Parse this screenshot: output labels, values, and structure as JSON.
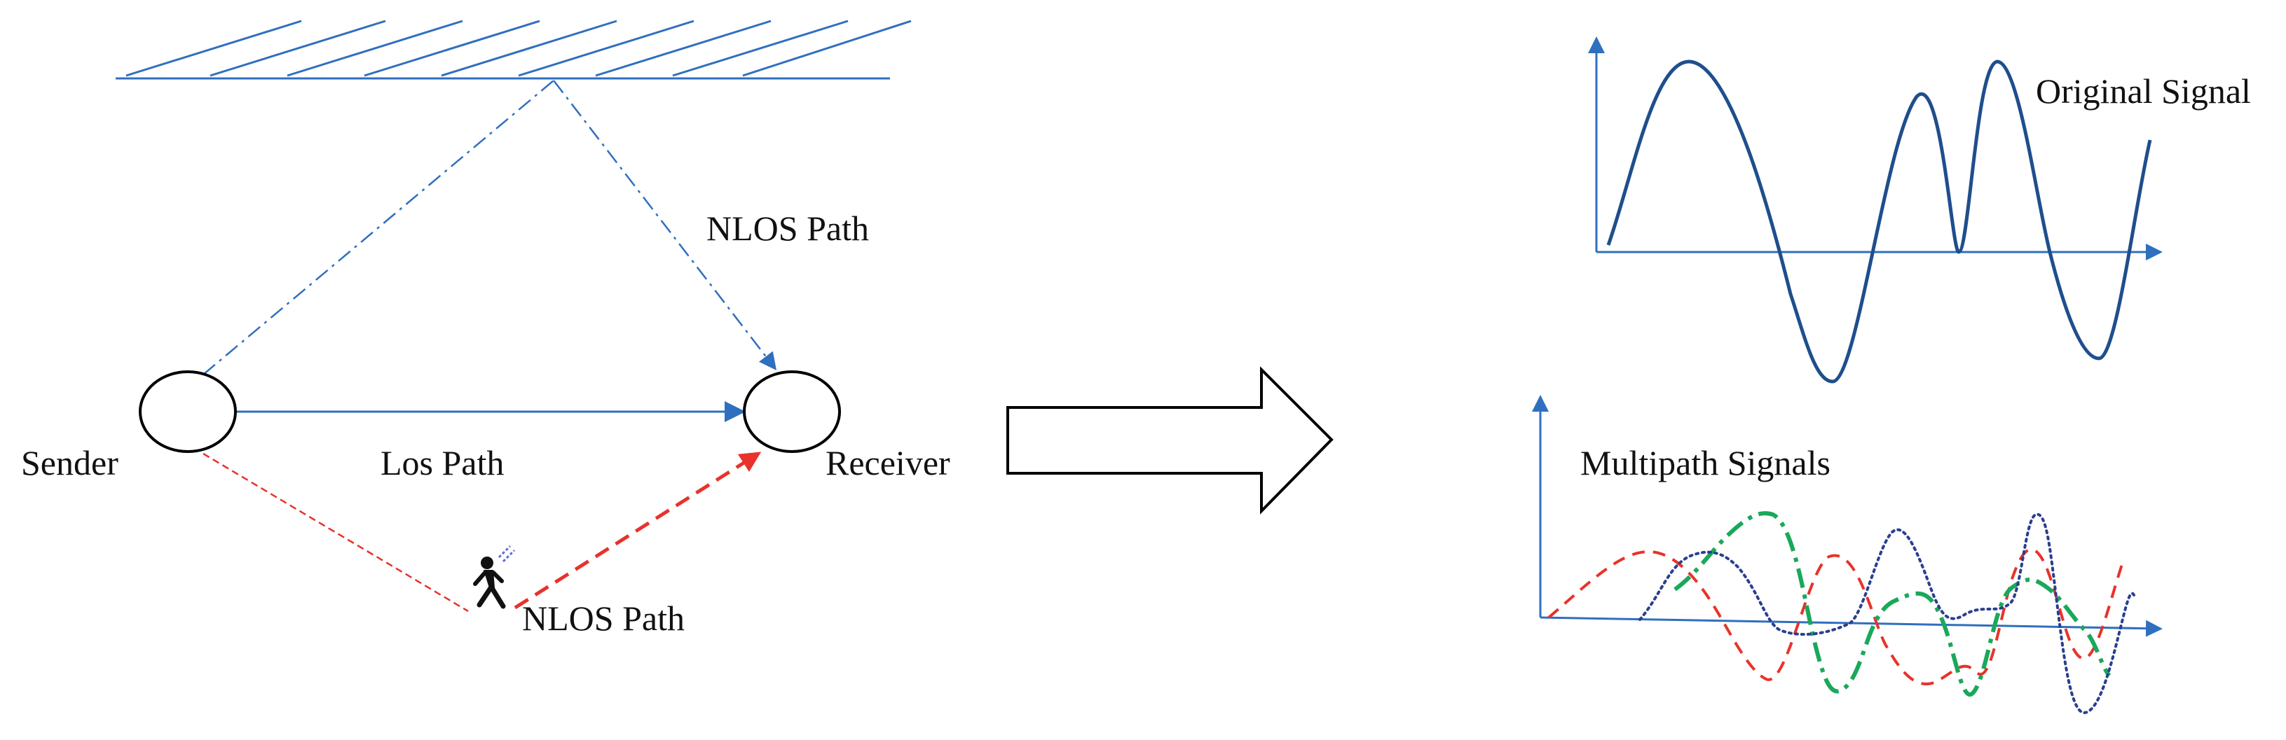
{
  "labels": {
    "sender": "Sender",
    "receiver": "Receiver",
    "los_path": "Los Path",
    "nlos_path_reflect": "NLOS Path",
    "nlos_path_person": "NLOS Path",
    "original_signal": "Original Signal",
    "multipath_signals": "Multipath Signals"
  },
  "colors": {
    "blue": "#2f6fbf",
    "dark_blue": "#1f4e8c",
    "red": "#e8322a",
    "green": "#1aa85a",
    "navy": "#2a3f8f",
    "black": "#000000"
  },
  "icons": {
    "person": "walking-person-icon",
    "arrow": "big-right-arrow-icon"
  }
}
